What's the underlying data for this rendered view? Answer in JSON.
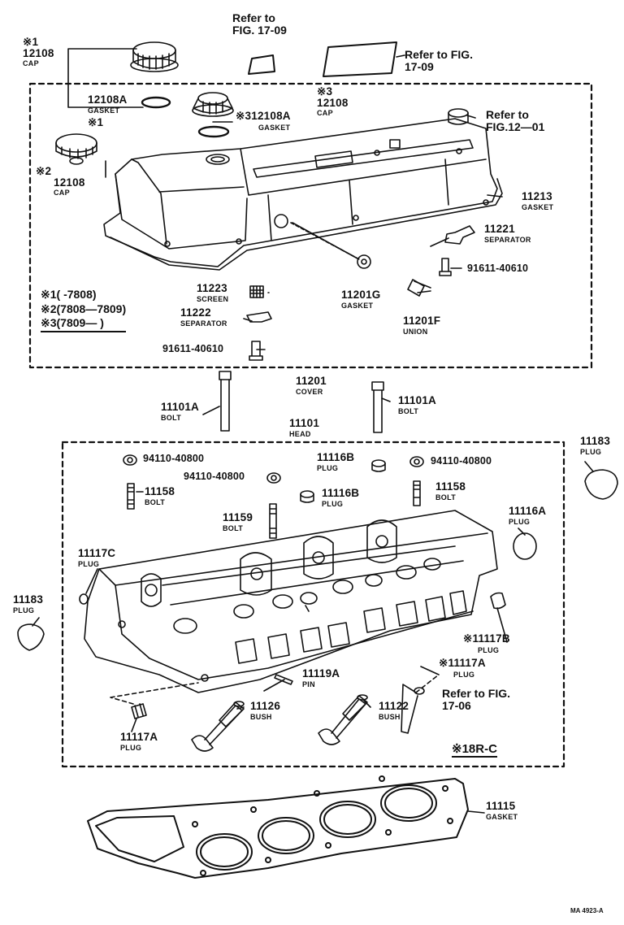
{
  "refs": {
    "fig1709_top": "Refer to FIG. 17-09",
    "fig1709_right": "Refer to FIG. 17-09",
    "fig1201": "Refer to FIG.12—01",
    "fig1706": "Refer to FIG. 17-06"
  },
  "parts": {
    "cap1": {
      "mark": "※1",
      "number": "12108",
      "name": "CAP"
    },
    "gasket1": {
      "number": "12108A",
      "name": "GASKET",
      "mark": "※1"
    },
    "cap3": {
      "mark": "※3",
      "number": "12108",
      "name": "CAP"
    },
    "gasket3": {
      "mark": "※3",
      "number": "12108A",
      "name": "GASKET"
    },
    "cap2": {
      "mark": "※2",
      "number": "12108",
      "name": "CAP"
    },
    "cover_gasket": {
      "number": "11213",
      "name": "GASKET"
    },
    "separator_r": {
      "number": "11221",
      "name": "SEPARATOR"
    },
    "bolt_r": {
      "number": "91611-40610"
    },
    "screen": {
      "number": "11223",
      "name": "SCREEN"
    },
    "separator_l": {
      "number": "11222",
      "name": "SEPARATOR"
    },
    "bolt_l": {
      "number": "91611-40610"
    },
    "union_gasket": {
      "number": "11201G",
      "name": "GASKET"
    },
    "union": {
      "number": "11201F",
      "name": "UNION"
    },
    "cover": {
      "number": "11201",
      "name": "COVER"
    },
    "bolt_left": {
      "number": "11101A",
      "name": "BOLT"
    },
    "bolt_right": {
      "number": "11101A",
      "name": "BOLT"
    },
    "head": {
      "number": "11101",
      "name": "HEAD"
    },
    "plug_r_top": {
      "number": "11183",
      "name": "PLUG"
    },
    "nut1": {
      "number": "94110-40800"
    },
    "nut2": {
      "number": "94110-40800"
    },
    "nut3": {
      "number": "94110-40800"
    },
    "plug_b1": {
      "number": "11116B",
      "name": "PLUG"
    },
    "plug_b2": {
      "number": "11116B",
      "name": "PLUG"
    },
    "stud_l": {
      "number": "11158",
      "name": "BOLT"
    },
    "stud_r": {
      "number": "11158",
      "name": "BOLT"
    },
    "stud_c": {
      "number": "11159",
      "name": "BOLT"
    },
    "plug_a": {
      "number": "11116A",
      "name": "PLUG"
    },
    "plug_c": {
      "number": "11117C",
      "name": "PLUG"
    },
    "plug_l": {
      "number": "11183",
      "name": "PLUG"
    },
    "plug_b3": {
      "mark": "※",
      "number": "11117B",
      "name": "PLUG"
    },
    "plug_a2": {
      "mark": "※",
      "number": "11117A",
      "name": "PLUG"
    },
    "pin": {
      "number": "11119A",
      "name": "PIN"
    },
    "plug_a3": {
      "number": "11117A",
      "name": "PLUG"
    },
    "bush1": {
      "number": "11126",
      "name": "BUSH"
    },
    "bush2": {
      "number": "11122",
      "name": "BUSH"
    },
    "head_gasket": {
      "number": "11115",
      "name": "GASKET"
    }
  },
  "legend": {
    "line1": "※1(      -7808)",
    "line2": "※2(7808—7809)",
    "line3": "※3(7809—        )"
  },
  "engine": "※18R-C",
  "code": "MA 4923-A"
}
